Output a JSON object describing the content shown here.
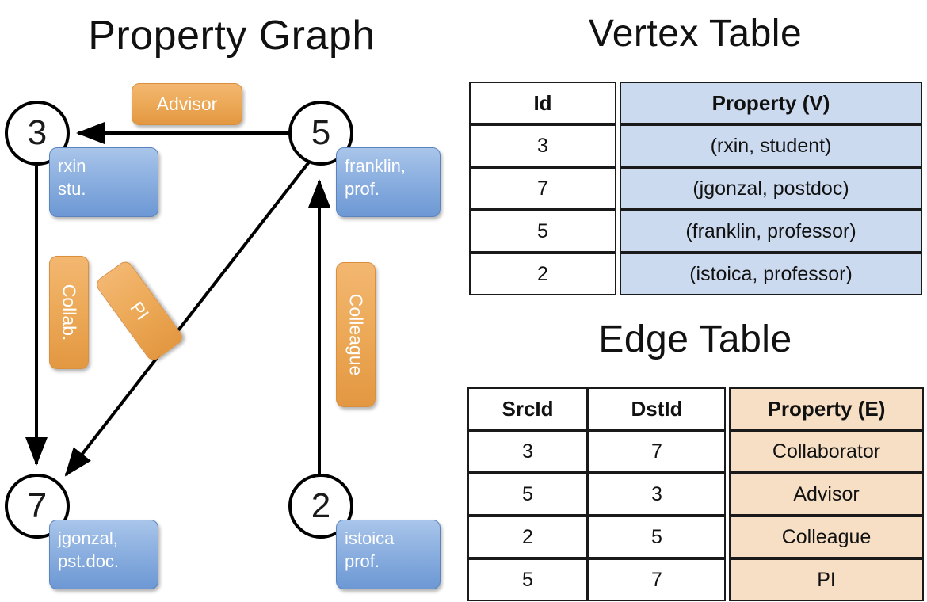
{
  "titles": {
    "property_graph": "Property Graph",
    "vertex_table": "Vertex Table",
    "edge_table": "Edge Table"
  },
  "graph": {
    "nodes": [
      {
        "id": "3",
        "label": "3",
        "property_lines": [
          "rxin",
          "stu."
        ]
      },
      {
        "id": "5",
        "label": "5",
        "property_lines": [
          "franklin,",
          "prof."
        ]
      },
      {
        "id": "7",
        "label": "7",
        "property_lines": [
          "jgonzal,",
          "pst.doc."
        ]
      },
      {
        "id": "2",
        "label": "2",
        "property_lines": [
          "istoica",
          "prof."
        ]
      }
    ],
    "edge_labels": [
      {
        "name": "advisor",
        "text": "Advisor",
        "orientation": "horizontal"
      },
      {
        "name": "collab",
        "text": "Collab.",
        "orientation": "vertical"
      },
      {
        "name": "pi",
        "text": "PI",
        "orientation": "rotated"
      },
      {
        "name": "colleague",
        "text": "Colleague",
        "orientation": "vertical"
      }
    ],
    "edges": [
      {
        "from": "5",
        "to": "3",
        "label": "Advisor"
      },
      {
        "from": "3",
        "to": "7",
        "label": "Collab."
      },
      {
        "from": "5",
        "to": "7",
        "label": "PI"
      },
      {
        "from": "2",
        "to": "5",
        "label": "Colleague"
      }
    ]
  },
  "vertex_table": {
    "headers": [
      "Id",
      "Property (V)"
    ],
    "rows": [
      [
        "3",
        "(rxin, student)"
      ],
      [
        "7",
        "(jgonzal, postdoc)"
      ],
      [
        "5",
        "(franklin, professor)"
      ],
      [
        "2",
        "(istoica, professor)"
      ]
    ]
  },
  "edge_table": {
    "headers": [
      "SrcId",
      "DstId",
      "Property (E)"
    ],
    "rows": [
      [
        "3",
        "7",
        "Collaborator"
      ],
      [
        "5",
        "3",
        "Advisor"
      ],
      [
        "2",
        "5",
        "Colleague"
      ],
      [
        "5",
        "7",
        "PI"
      ]
    ]
  },
  "colors": {
    "vertex_property_fill": "#ccdaef",
    "edge_property_fill": "#f6dfc4",
    "node_box_blue": "#8cb0e0",
    "edge_label_orange": "#eca957",
    "stroke": "#1a1a1a"
  }
}
